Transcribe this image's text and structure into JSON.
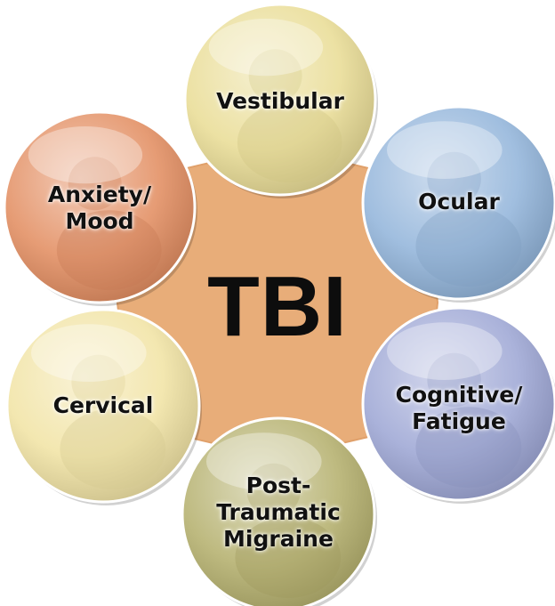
{
  "diagram": {
    "center": {
      "label": "TBI",
      "fill": "#E8AD79"
    },
    "nodes": [
      {
        "id": "vestibular",
        "label": "Vestibular",
        "tint": "#E9DC93",
        "icon": "person-being-helped-photo"
      },
      {
        "id": "ocular",
        "label": "Ocular",
        "tint": "#8FB2D9",
        "icon": "person-reading-photo"
      },
      {
        "id": "cognitive",
        "label": "Cognitive/\nFatigue",
        "tint": "#9BA4D4",
        "icon": "tired-person-at-computer-photo"
      },
      {
        "id": "migraine",
        "label": "Post-\nTraumatic\nMigraine",
        "tint": "#B3AE6A",
        "icon": "person-holding-head-photo"
      },
      {
        "id": "cervical",
        "label": "Cervical",
        "tint": "#F1E3A2",
        "icon": "person-rubbing-neck-photo"
      },
      {
        "id": "anxiety",
        "label": "Anxiety/\nMood",
        "tint": "#E28A5D",
        "icon": "worried-person-photo"
      }
    ]
  }
}
